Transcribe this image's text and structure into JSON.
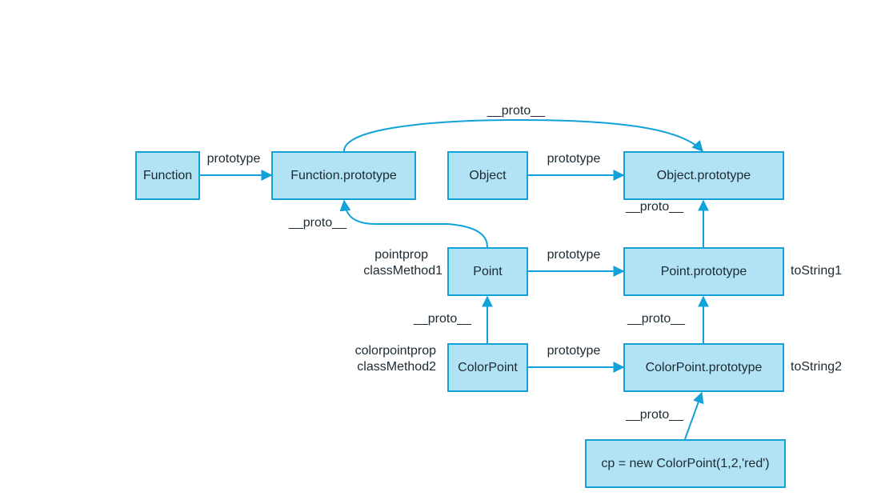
{
  "colors": {
    "box_fill": "#b1e3f4",
    "box_border": "#10a2d8",
    "edge": "#10a2d8",
    "text": "#1b2a33"
  },
  "nodes": {
    "function": "Function",
    "function_prototype": "Function.prototype",
    "object": "Object",
    "object_prototype": "Object.prototype",
    "point": "Point",
    "point_prototype": "Point.prototype",
    "colorpoint": "ColorPoint",
    "colorpoint_prototype": "ColorPoint.prototype",
    "cp_instance": "cp = new ColorPoint(1,2,'red')"
  },
  "edge_labels": {
    "function_to_fproto": "prototype",
    "object_to_oproto": "prototype",
    "point_to_pproto": "prototype",
    "colorpoint_to_cpproto": "prototype",
    "fproto_to_oproto": "__proto__",
    "point_to_fproto": "__proto__",
    "pproto_to_oproto": "__proto__",
    "colorpoint_to_point": "__proto__",
    "cpproto_to_pproto": "__proto__",
    "cp_to_cpproto": "__proto__"
  },
  "annotations": {
    "point_props": [
      "pointprop",
      "classMethod1"
    ],
    "colorpoint_props": [
      "colorpointprop",
      "classMethod2"
    ],
    "point_prototype_method": "toString1",
    "colorpoint_prototype_method": "toString2"
  }
}
